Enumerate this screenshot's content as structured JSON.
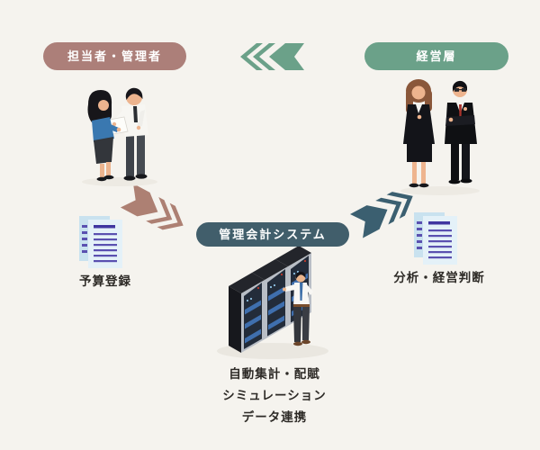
{
  "diagram": {
    "background": "#f5f3ee",
    "text_color": "#2d2a26",
    "nodes": {
      "staff": {
        "label": "担当者・管理者",
        "color": "#ac7f79"
      },
      "executives": {
        "label": "経営層",
        "color": "#6ba189"
      },
      "system": {
        "label": "管理会計システム",
        "color": "#415e6b"
      }
    },
    "annotations": {
      "budget": "予算登録",
      "analysis": "分析・経営判断",
      "features": [
        "自動集計・配賦",
        "シミュレーション",
        "データ連携"
      ]
    },
    "arrows": {
      "system_to_executives": {
        "direction": "left",
        "color": "#6ba189"
      },
      "staff_to_system": {
        "direction": "down-right",
        "color": "#ad8073"
      },
      "system_to_analysis": {
        "direction": "up-right",
        "color": "#3b5f70"
      }
    }
  }
}
